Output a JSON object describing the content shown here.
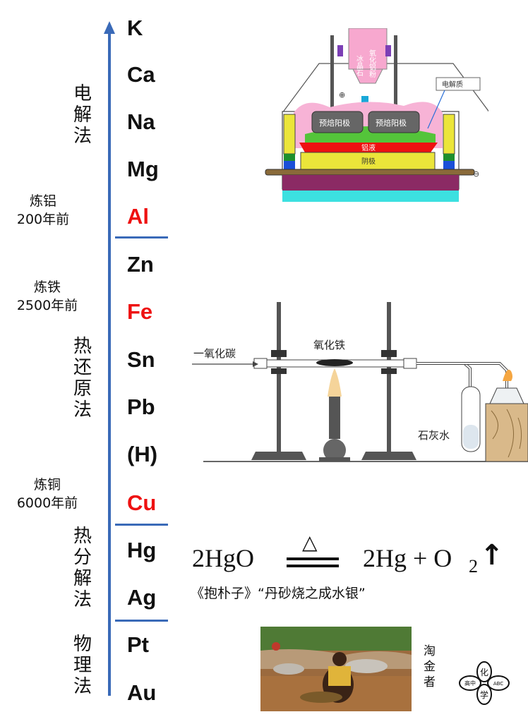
{
  "metals": [
    {
      "symbol": "K",
      "color": "black"
    },
    {
      "symbol": "Ca",
      "color": "black"
    },
    {
      "symbol": "Na",
      "color": "black"
    },
    {
      "symbol": "Mg",
      "color": "black"
    },
    {
      "symbol": "Al",
      "color": "red"
    },
    {
      "symbol": "Zn",
      "color": "black"
    },
    {
      "symbol": "Fe",
      "color": "red"
    },
    {
      "symbol": "Sn",
      "color": "black"
    },
    {
      "symbol": "Pb",
      "color": "black"
    },
    {
      "symbol": "(H)",
      "color": "black"
    },
    {
      "symbol": "Cu",
      "color": "red"
    },
    {
      "symbol": "Hg",
      "color": "black"
    },
    {
      "symbol": "Ag",
      "color": "black"
    },
    {
      "symbol": "Pt",
      "color": "black"
    },
    {
      "symbol": "Au",
      "color": "black"
    }
  ],
  "methods": {
    "electrolysis": "电解法",
    "thermal_reduction": "热还原法",
    "thermal_decomposition": "热分解法",
    "physical": "物理法"
  },
  "eras": {
    "aluminum_line1": "炼铝",
    "aluminum_line2": "200年前",
    "iron_line1": "炼铁",
    "iron_line2": "2500年前",
    "copper_line1": "炼铜",
    "copper_line2": "6000年前"
  },
  "electrolysis_cell": {
    "hopper_label": "氧化铝粉",
    "hopper_label2": "冰晶石",
    "electrolyte_label": "电解质",
    "anode_left": "预焙阳极",
    "anode_right": "预焙阳极",
    "molten_aluminum": "铝液",
    "cathode": "阴极",
    "plus_sign": "⊕",
    "minus_sign": "⊖"
  },
  "reduction_apparatus": {
    "gas_label": "一氧化碳",
    "solid_label": "氧化铁",
    "limewater_label": "石灰水"
  },
  "equation": {
    "lhs": "2HgO",
    "heat_symbol": "△",
    "rhs": "2Hg + O",
    "subscript": "2",
    "arrow": "↑",
    "quote": "《抱朴子》“丹砂烧之成水银”"
  },
  "photo": {
    "caption": "淘金者"
  },
  "logo": {
    "top": "化",
    "left": "高中",
    "right": "ABC",
    "bottom": "学"
  },
  "colors": {
    "axis_blue": "#3a6ab8",
    "highlight_red": "#ee1111"
  }
}
